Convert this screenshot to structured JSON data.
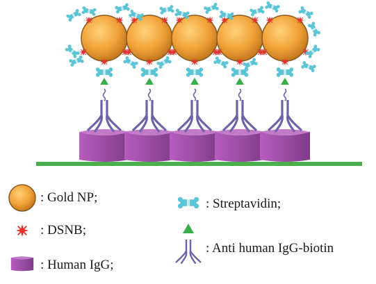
{
  "colors": {
    "gold_fill": "#f2a33a",
    "gold_edge": "#8a5a20",
    "streptavidin": "#5bc4d6",
    "dsnb": "#e8332f",
    "biotin": "#3aae4a",
    "antibody": "#6e63a8",
    "human_igg": "#9a4ea3",
    "surface": "#4bb04b"
  },
  "assembly": {
    "units": 5
  },
  "legend": {
    "gold_np": {
      "icon": "gold-nanoparticle-icon",
      "label": ": Gold NP;"
    },
    "dsnb": {
      "icon": "dsnb-star-icon",
      "label": ": DSNB;"
    },
    "human_igg": {
      "icon": "human-igg-icon",
      "label": ": Human IgG;"
    },
    "streptavidin": {
      "icon": "streptavidin-icon",
      "label": ": Streptavidin;"
    },
    "anti_igg_biotin": {
      "icon": "anti-igg-biotin-icon",
      "label": ": Anti human IgG-biotin"
    }
  }
}
